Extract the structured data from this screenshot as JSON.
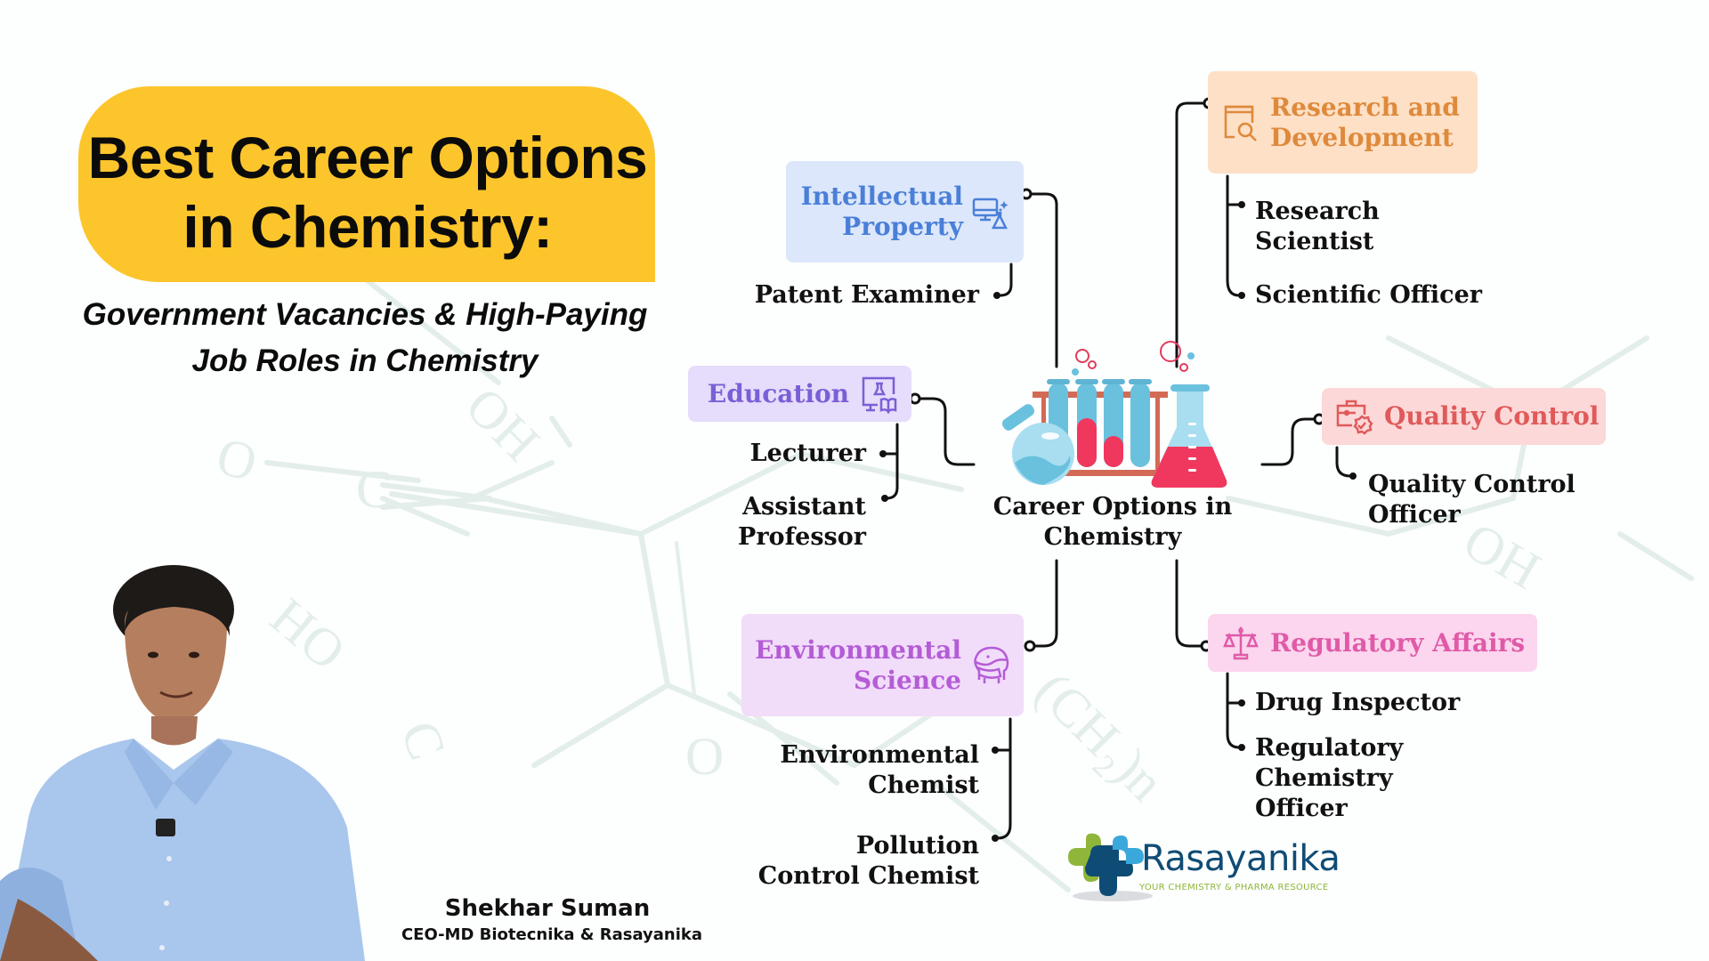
{
  "header": {
    "title": "Best Career Options\nin Chemistry:",
    "title_line1": "Best Career Options",
    "title_line2": "in Chemistry:",
    "subtitle_line1": "Government Vacancies & High-Paying",
    "subtitle_line2": "Job Roles in Chemistry",
    "title_bg_color": "#fcc52c"
  },
  "center": {
    "label": "Career Options in\nChemistry",
    "icon": "chemistry-lab-glassware-icon"
  },
  "categories": [
    {
      "id": "intellectual-property",
      "label": "Intellectual\nProperty",
      "icon": "computer-flask-icon",
      "bg_color": "#dce7fb",
      "text_color": "#4a7fd8",
      "roles": [
        "Patent Examiner"
      ]
    },
    {
      "id": "education",
      "label": "Education",
      "icon": "presentation-book-icon",
      "bg_color": "#e6dcfb",
      "text_color": "#7a5fd6",
      "roles": [
        "Lecturer",
        "Assistant\nProfessor"
      ]
    },
    {
      "id": "environmental-science",
      "label": "Environmental\nScience",
      "icon": "mask-head-icon",
      "bg_color": "#f1dcfa",
      "text_color": "#b45cd6",
      "roles": [
        "Environmental\nChemist",
        "Pollution\nControl Chemist"
      ]
    },
    {
      "id": "research-development",
      "label": "Research and\nDevelopment",
      "icon": "book-search-icon",
      "bg_color": "#fde0c6",
      "text_color": "#de8a3c",
      "roles": [
        "Research\nScientist",
        "Scientific Officer"
      ]
    },
    {
      "id": "quality-control",
      "label": "Quality Control",
      "icon": "briefcase-check-icon",
      "bg_color": "#fcd8d8",
      "text_color": "#e05a5a",
      "roles": [
        "Quality Control\nOfficer"
      ]
    },
    {
      "id": "regulatory-affairs",
      "label": "Regulatory Affairs",
      "icon": "scales-icon",
      "bg_color": "#fbd6ee",
      "text_color": "#e05aa8",
      "roles": [
        "Drug Inspector",
        "Regulatory\nChemistry\nOfficer"
      ]
    }
  ],
  "presenter": {
    "name": "Shekhar Suman",
    "role": "CEO-MD Biotecnika & Rasayanika"
  },
  "logo": {
    "name": "Rasayanika",
    "tagline": "YOUR CHEMISTRY & PHARMA RESOURCE"
  }
}
